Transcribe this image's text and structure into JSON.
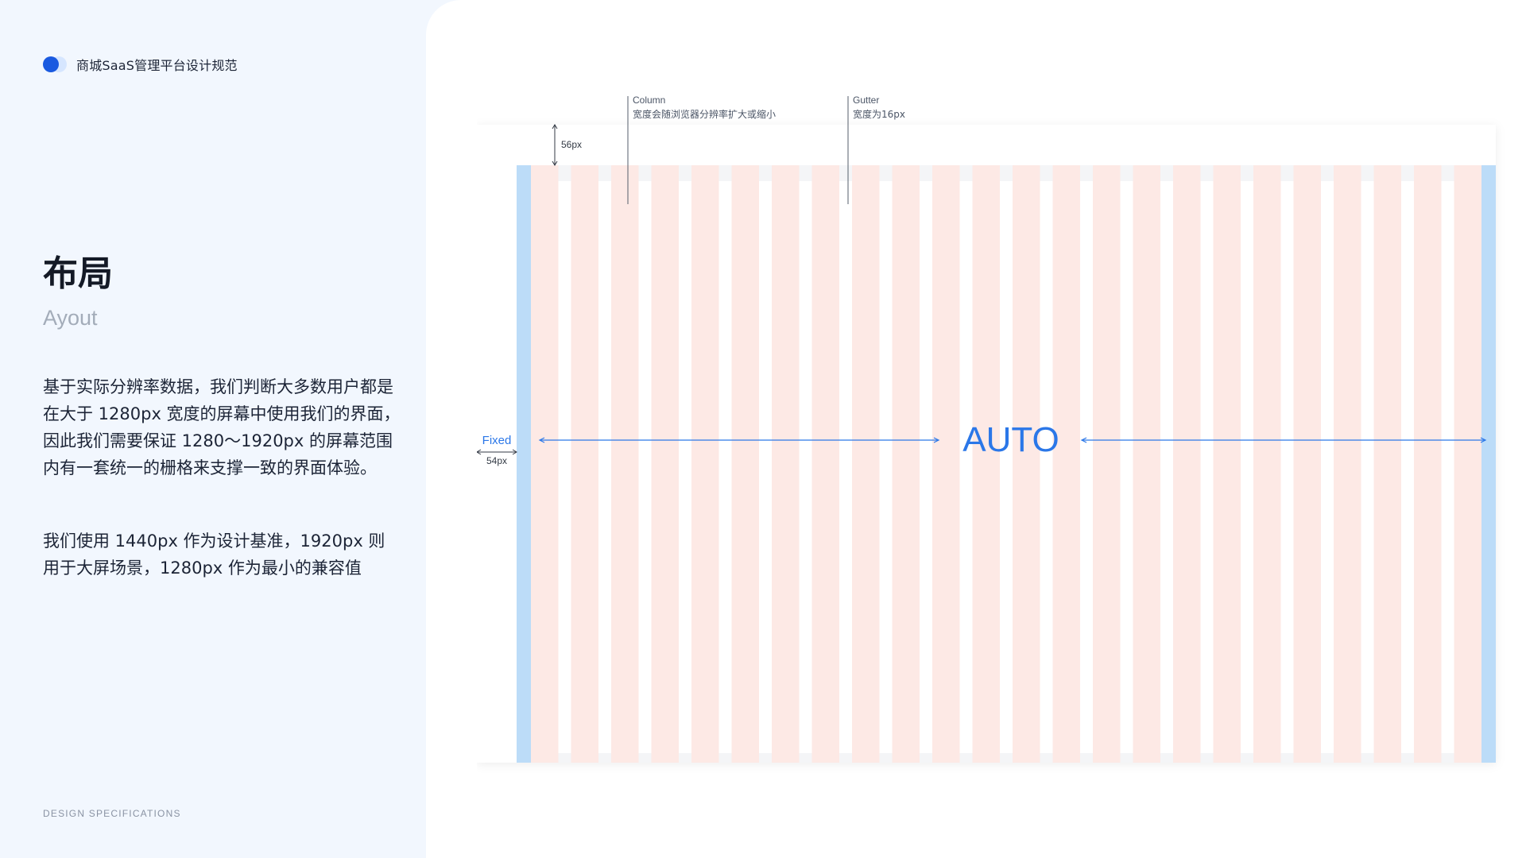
{
  "brand": {
    "name": "商城SaaS管理平台设计规范"
  },
  "section": {
    "title": "布局",
    "subtitle": "Ayout",
    "paragraphs": [
      "基于实际分辨率数据，我们判断大多数用户都是在大于 1280px 宽度的屏幕中使用我们的界面，因此我们需要保证 1280～1920px 的屏幕范围内有一套统一的栅格来支撑一致的界面体验。",
      "我们使用 1440px 作为设计基准，1920px 则用于大屏场景，1280px 作为最小的兼容值"
    ]
  },
  "footer": {
    "label": "DESIGN SPECIFICATIONS"
  },
  "diagram": {
    "header_height_label": "56px",
    "column_callout": {
      "title": "Column",
      "note": "宽度会随浏览器分辨率扩大或缩小"
    },
    "gutter_callout": {
      "title": "Gutter",
      "note": "宽度为16px"
    },
    "fixed_label": "Fixed",
    "fixed_width_label": "54px",
    "auto_label": "AUTO",
    "column_count": 24,
    "colors": {
      "accent": "#2b77e8",
      "column_fill": "#fde9e5",
      "margin_fill": "#bcdcf8",
      "gutter_fill": "#f4f5f7",
      "frame_fill": "#ffffff"
    }
  }
}
